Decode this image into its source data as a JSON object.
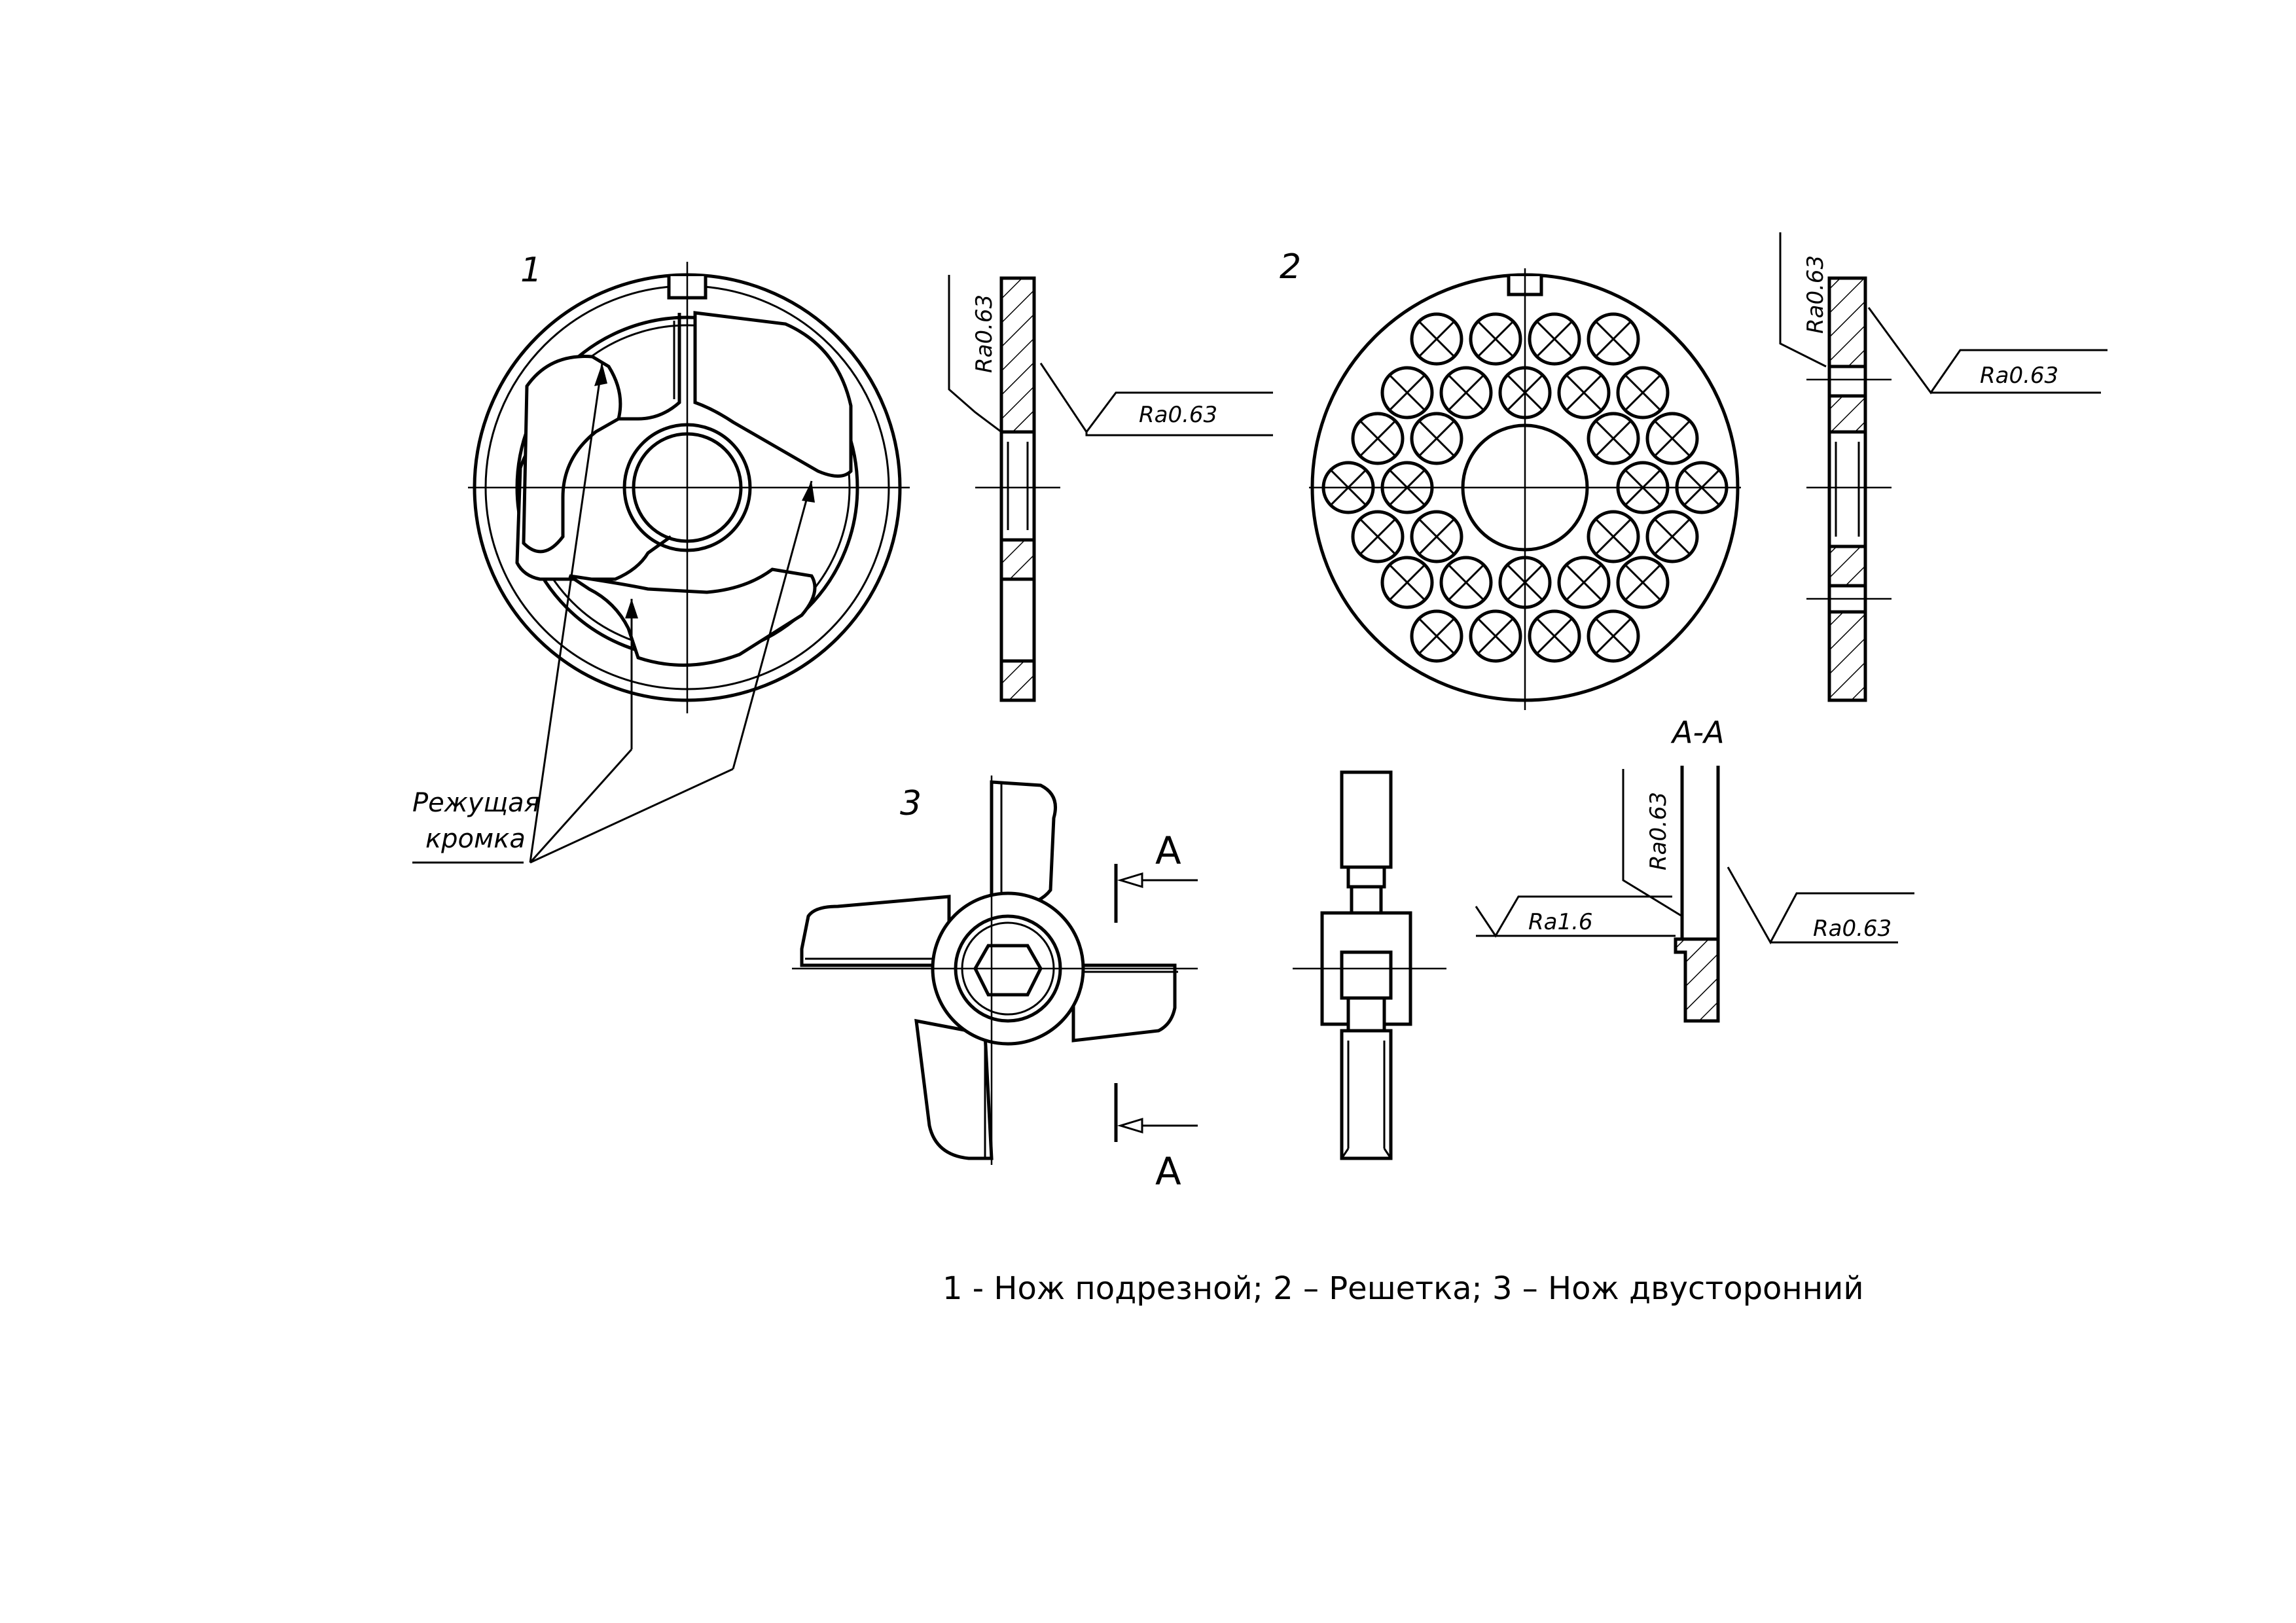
{
  "figure": {
    "part_labels": [
      "1",
      "2",
      "3"
    ],
    "callout": {
      "line1": "Режущая",
      "line2": "кромка"
    },
    "roughness": {
      "part1_face": "Ra0.63",
      "part1_edge": "Ra0.63",
      "part2_face": "Ra0.63",
      "part2_edge": "Ra0.63",
      "section_side": "Ra0.63",
      "section_bottom": "Ra1.6",
      "section_right": "Ra0.63"
    },
    "section": {
      "title": "А-А",
      "mark_top": "А",
      "mark_bottom": "А"
    },
    "caption": "1 - Нож подрезной; 2 – Решетка; 3 – Нож двусторонний"
  }
}
